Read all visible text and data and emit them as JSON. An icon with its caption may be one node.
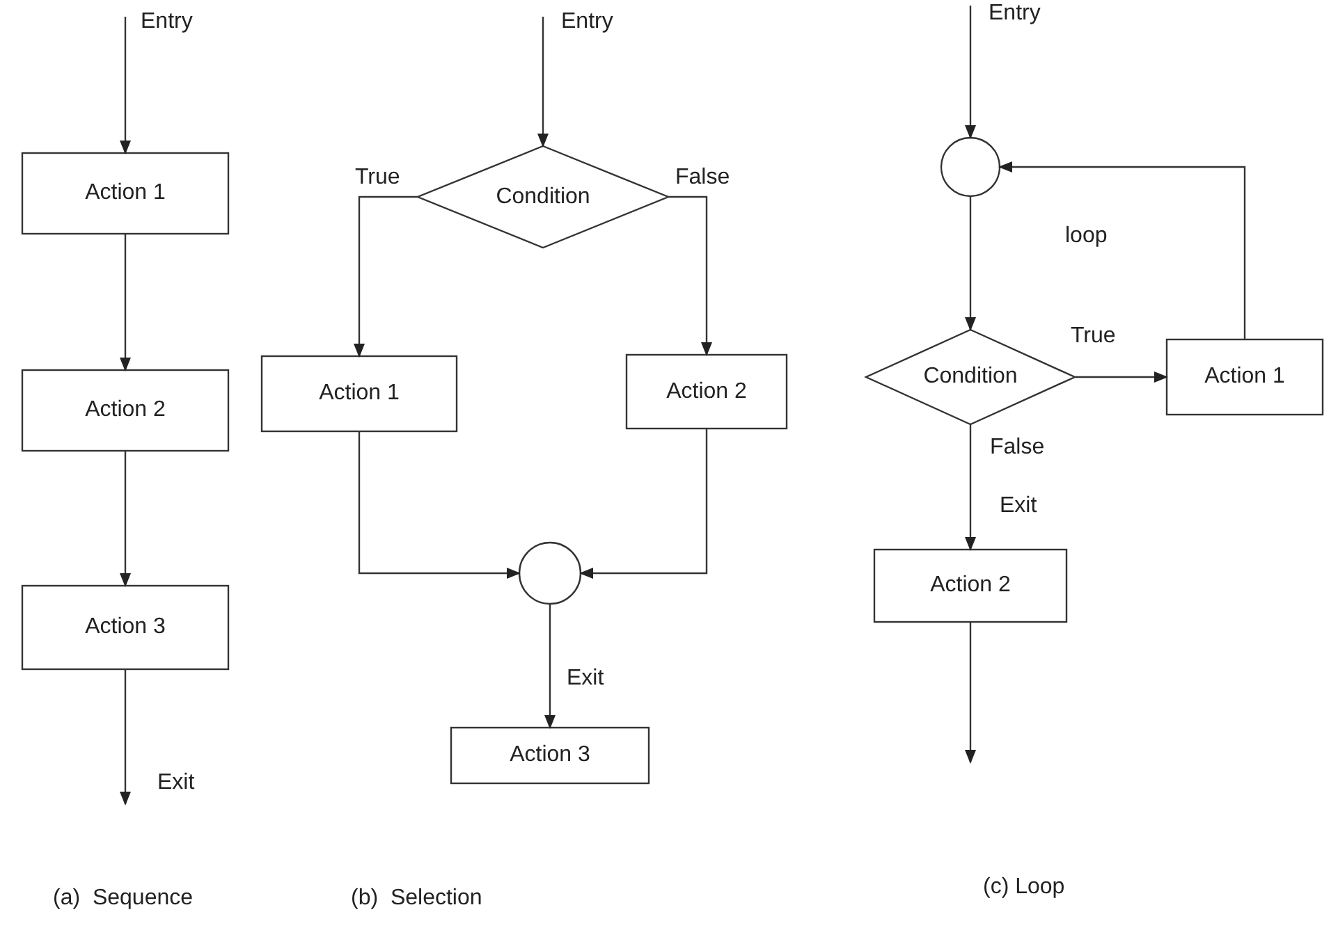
{
  "diagram": {
    "nodes": [
      {
        "text": [
          "Action 1"
        ]
      },
      {
        "text": [
          "Action 2"
        ]
      },
      {
        "text": [
          "Action 3"
        ]
      },
      {
        "text": [
          "Condition"
        ]
      },
      {
        "text": [
          "Action 1"
        ]
      },
      {
        "text": [
          "Action 2"
        ]
      },
      {
        "text": [],
        "shape": "circle"
      },
      {
        "text": [
          "Action 3"
        ]
      },
      {
        "text": [],
        "shape": "circle"
      },
      {
        "text": [
          "Condition"
        ]
      },
      {
        "text": [
          "Action 1"
        ]
      },
      {
        "text": [
          "Action 2"
        ]
      }
    ],
    "edges": [
      {
        "from": null,
        "to": 0,
        "arrow": "to",
        "label": "Entry"
      },
      {
        "from": 0,
        "to": 1,
        "arrow": "to"
      },
      {
        "from": 1,
        "to": 2,
        "arrow": "to"
      },
      {
        "from": 2,
        "to": null,
        "arrow": "to",
        "label": "Exit"
      },
      {
        "from": null,
        "to": 3,
        "arrow": "to",
        "label": "Entry"
      },
      {
        "from": 3,
        "to": 4,
        "arrow": "to",
        "label": "True"
      },
      {
        "from": 3,
        "to": 5,
        "arrow": "to",
        "label": "False"
      },
      {
        "from": 4,
        "to": 6,
        "arrow": "to"
      },
      {
        "from": 5,
        "to": 6,
        "arrow": "to"
      },
      {
        "from": 6,
        "to": 7,
        "arrow": "to",
        "label": "Exit"
      },
      {
        "from": null,
        "to": 8,
        "arrow": "to",
        "label": "Entry"
      },
      {
        "from": 8,
        "to": 9,
        "arrow": "to"
      },
      {
        "from": 9,
        "to": 10,
        "arrow": "to",
        "label": "True"
      },
      {
        "from": 10,
        "to": 8,
        "arrow": "to",
        "label": "loop"
      },
      {
        "from": 9,
        "to": 11,
        "arrow": "to",
        "label": "False"
      },
      {
        "from": 11,
        "to": null,
        "arrow": "to"
      }
    ],
    "labels": [
      "Exit",
      "(a)  Sequence",
      "(b)  Selection",
      "(c) Loop"
    ]
  }
}
